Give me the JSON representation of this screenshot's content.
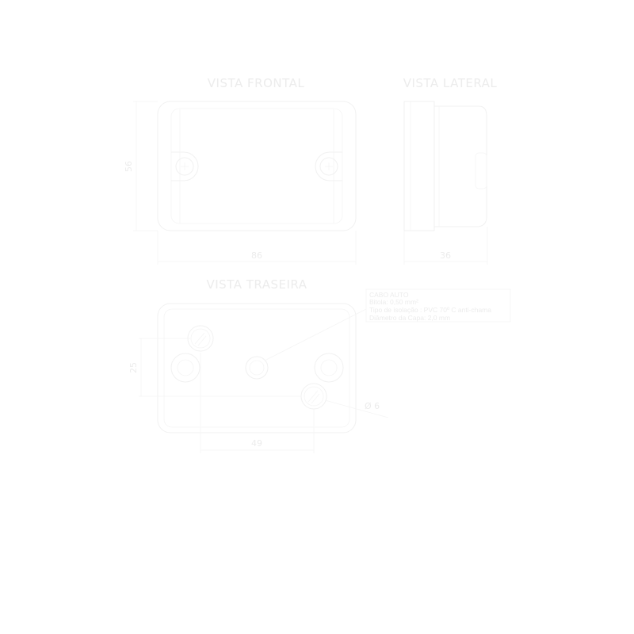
{
  "views": {
    "front": {
      "title": "VISTA FRONTAL",
      "height_dim": "56",
      "width_dim": "86"
    },
    "side": {
      "title": "VISTA LATERAL",
      "depth_dim": "36"
    },
    "back": {
      "title": "VISTA TRASEIRA",
      "vertical_dim": "25",
      "horizontal_dim": "49",
      "hole_dim": "Ø 6"
    }
  },
  "cable_note": {
    "line1": "CABO AUTO",
    "line2": "Bitola: 0,50 mm²",
    "line3": "Tipo de isolação : PVC 70º C anti-chama",
    "line4": "Diâmetro da Capa: 2,0 mm"
  }
}
